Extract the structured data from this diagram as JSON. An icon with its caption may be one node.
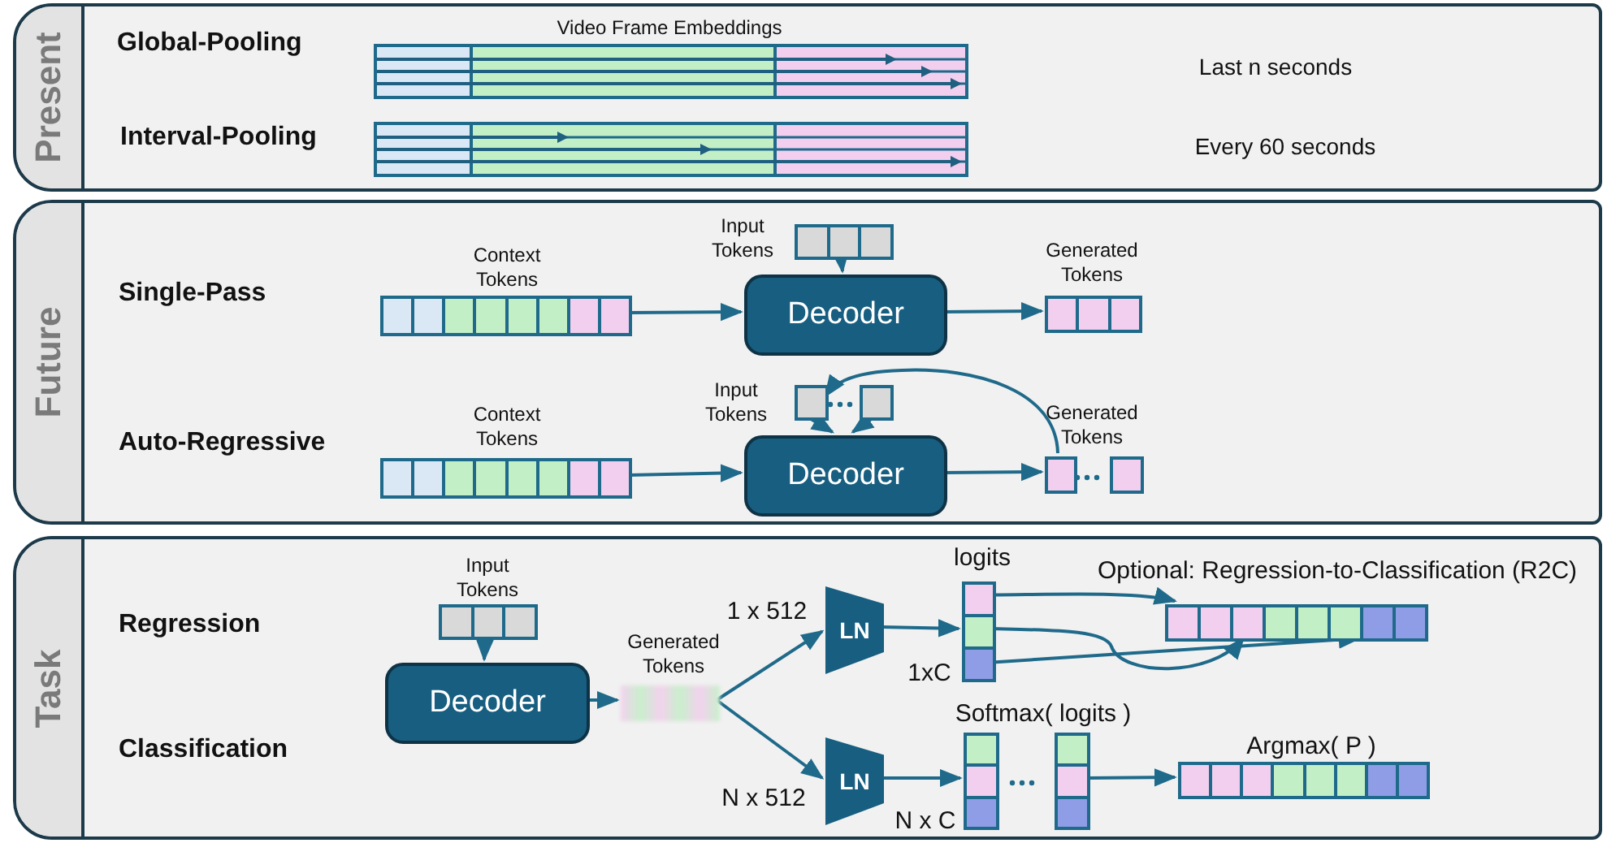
{
  "diagram": {
    "nodes": [
      {
        "text": [
          "Present"
        ]
      },
      {
        "text": [
          "Future"
        ]
      },
      {
        "text": [
          "Task"
        ]
      },
      {
        "text": [],
        "shape": "bar",
        "in": 0,
        "beside": [
          "Video Frame Embeddings"
        ]
      },
      {
        "text": [],
        "shape": "bar",
        "in": 0
      },
      {
        "text": [],
        "shape": "bar",
        "in": 1,
        "beside": [
          "Context Tokens"
        ]
      },
      {
        "text": [],
        "shape": "bar",
        "in": 1,
        "beside": [
          "Input Tokens"
        ]
      },
      {
        "text": [
          "Decoder"
        ],
        "in": 1
      },
      {
        "text": [],
        "shape": "bar",
        "in": 1,
        "beside": [
          "Generated Tokens"
        ]
      },
      {
        "text": [],
        "shape": "bar",
        "in": 1,
        "beside": [
          "Context Tokens"
        ]
      },
      {
        "text": [],
        "shape": "box",
        "in": 1
      },
      {
        "text": [],
        "shape": "box",
        "in": 1
      },
      {
        "text": [
          "Decoder"
        ],
        "in": 1
      },
      {
        "text": [],
        "shape": "box",
        "in": 1,
        "beside": [
          "Generated Tokens"
        ]
      },
      {
        "text": [],
        "shape": "box",
        "in": 1
      },
      {
        "text": [],
        "shape": "bar",
        "in": 2,
        "beside": [
          "Input Tokens"
        ]
      },
      {
        "text": [
          "Decoder"
        ],
        "in": 2
      },
      {
        "text": [],
        "shape": "bar",
        "in": 2,
        "beside": [
          "Generated Tokens"
        ]
      },
      {
        "text": [
          "LN"
        ],
        "in": 2,
        "beside": [
          "1 x 512"
        ]
      },
      {
        "text": [
          "LN"
        ],
        "in": 2,
        "beside": [
          "N x 512"
        ]
      },
      {
        "text": [],
        "shape": "bar",
        "in": 2,
        "beside": [
          "logits",
          "1xC"
        ]
      },
      {
        "text": [],
        "shape": "bar",
        "in": 2,
        "beside": [
          "Optional: Regression-to-Classification (R2C)"
        ]
      },
      {
        "text": [],
        "shape": "bar",
        "in": 2,
        "beside": [
          "Softmax( logits )",
          "N x C"
        ]
      },
      {
        "text": [],
        "shape": "bar",
        "in": 2
      },
      {
        "text": [],
        "shape": "bar",
        "in": 2,
        "beside": [
          "Argmax( P )"
        ]
      }
    ],
    "edges": [
      {
        "from": 5,
        "to": 7,
        "arrow": "to"
      },
      {
        "from": 6,
        "to": 7,
        "arrow": "to"
      },
      {
        "from": 7,
        "to": 8,
        "arrow": "to"
      },
      {
        "from": 9,
        "to": 12,
        "arrow": "to"
      },
      {
        "from": 10,
        "to": 12,
        "arrow": "to"
      },
      {
        "from": 11,
        "to": 12,
        "arrow": "to"
      },
      {
        "from": 12,
        "to": 13,
        "arrow": "to"
      },
      {
        "from": 13,
        "to": 10,
        "arrow": "to"
      },
      {
        "from": 15,
        "to": 16,
        "arrow": "to"
      },
      {
        "from": 16,
        "to": 17,
        "arrow": "to"
      },
      {
        "from": 17,
        "to": 18,
        "arrow": "to"
      },
      {
        "from": 17,
        "to": 19,
        "arrow": "to"
      },
      {
        "from": 18,
        "to": 20,
        "arrow": "to"
      },
      {
        "from": 20,
        "to": 21,
        "arrow": "to"
      },
      {
        "from": 20,
        "to": 21,
        "arrow": "to"
      },
      {
        "from": 20,
        "to": 21,
        "arrow": "to"
      },
      {
        "from": 19,
        "to": 22,
        "arrow": "to"
      },
      {
        "from": 23,
        "to": 24,
        "arrow": "to"
      }
    ],
    "labels": [
      "Global-Pooling",
      "Last n seconds",
      "Interval-Pooling",
      "Every 60 seconds",
      "Single-Pass",
      "Auto-Regressive",
      "Regression",
      "Classification",
      "Input Tokens"
    ]
  }
}
